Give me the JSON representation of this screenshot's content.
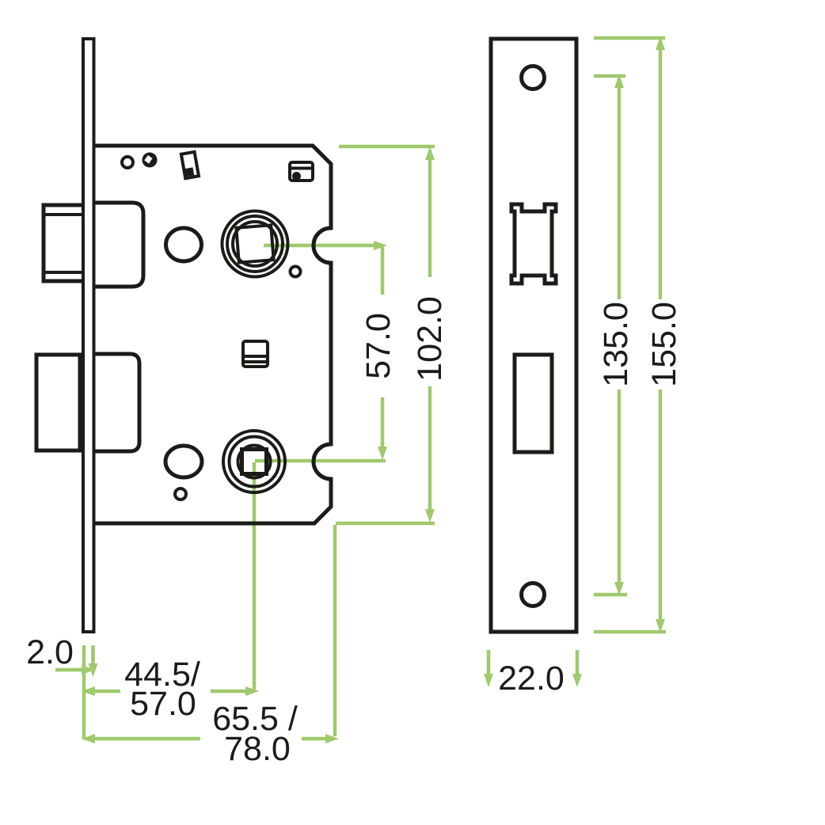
{
  "drawing": {
    "type": "mortice-bathroom-lock-technical-drawing",
    "colors": {
      "line": "#1b1b18",
      "dimension": "#9ec96c",
      "background": "#ffffff"
    },
    "dimensions": {
      "plate_thickness": "2.0",
      "backset_line1": "44.5/",
      "backset_line2": "57.0",
      "case_depth_line1": "65.5 /",
      "case_depth_line2": "78.0",
      "spindle_centres": "57.0",
      "case_height": "102.0",
      "screw_hole_centres": "135.0",
      "faceplate_height": "155.0",
      "faceplate_width": "22.0"
    }
  }
}
